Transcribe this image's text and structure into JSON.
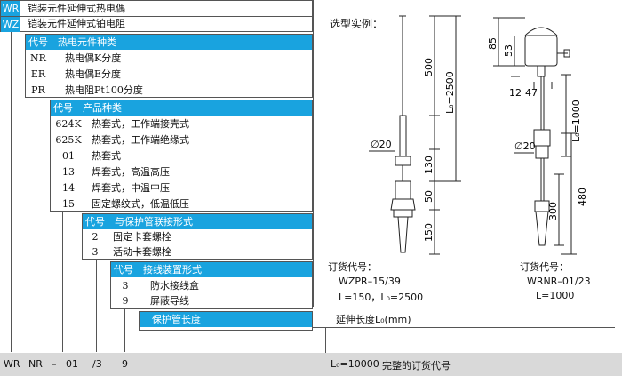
{
  "type_rows": [
    {
      "code": "WR",
      "name": "铠装元件延伸式热电偶"
    },
    {
      "code": "WZ",
      "name": "铠装元件延伸式铂电阻"
    }
  ],
  "sections": [
    {
      "header": {
        "code": "代号",
        "name": "热电元件种类"
      },
      "rows": [
        {
          "code": "NR",
          "name": "热电偶K分度"
        },
        {
          "code": "ER",
          "name": "热电偶E分度"
        },
        {
          "code": "PR",
          "name": "热电阻Pt100分度"
        }
      ]
    },
    {
      "header": {
        "code": "代号",
        "name": "产品种类"
      },
      "rows": [
        {
          "code": "624K",
          "name": "热套式，工作端接壳式"
        },
        {
          "code": "625K",
          "name": "热套式，工作端绝缘式"
        },
        {
          "code": "01",
          "name": "热套式"
        },
        {
          "code": "13",
          "name": "焊套式，高温高压"
        },
        {
          "code": "14",
          "name": "焊套式，中温中压"
        },
        {
          "code": "15",
          "name": "固定螺纹式，低温低压"
        }
      ]
    },
    {
      "header": {
        "code": "代号",
        "name": "与保护管联接形式"
      },
      "rows": [
        {
          "code": "2",
          "name": "固定卡套螺栓"
        },
        {
          "code": "3",
          "name": "活动卡套螺栓"
        }
      ]
    },
    {
      "header": {
        "code": "代号",
        "name": "接线装置形式"
      },
      "rows": [
        {
          "code": "3",
          "name": "防水接线盒"
        },
        {
          "code": "9",
          "name": "屏蔽导线"
        }
      ]
    }
  ],
  "length_header": "保护管长度",
  "length_note": "延伸长度L₀(mm)",
  "order_line": {
    "parts": [
      "WR",
      "NR",
      "–",
      "01",
      "/3",
      "9"
    ],
    "length": "L₀=10000",
    "note": "完整的订货代号"
  },
  "example": {
    "title": "选型实例：",
    "left": {
      "order_label": "订货代号：",
      "code": "WZPR–15/39",
      "lengths": "L=150，L₀=2500"
    },
    "right": {
      "order_label": "订货代号：",
      "code": "WRNR–01/23",
      "lengths": "L=1000"
    },
    "dims_left": {
      "d500": "500",
      "l0": "L₀=2500",
      "dia": "∅20",
      "d130": "130",
      "d50": "50",
      "d150": "150"
    },
    "dims_right": {
      "d85": "85",
      "d53": "53",
      "d12": "12",
      "d47": "47",
      "l0": "L₀=1000",
      "dia": "∅20",
      "d480": "480",
      "d300": "300"
    }
  },
  "colors": {
    "header_blue": "#19a3df",
    "bottom_gray": "#d9d9d9"
  }
}
